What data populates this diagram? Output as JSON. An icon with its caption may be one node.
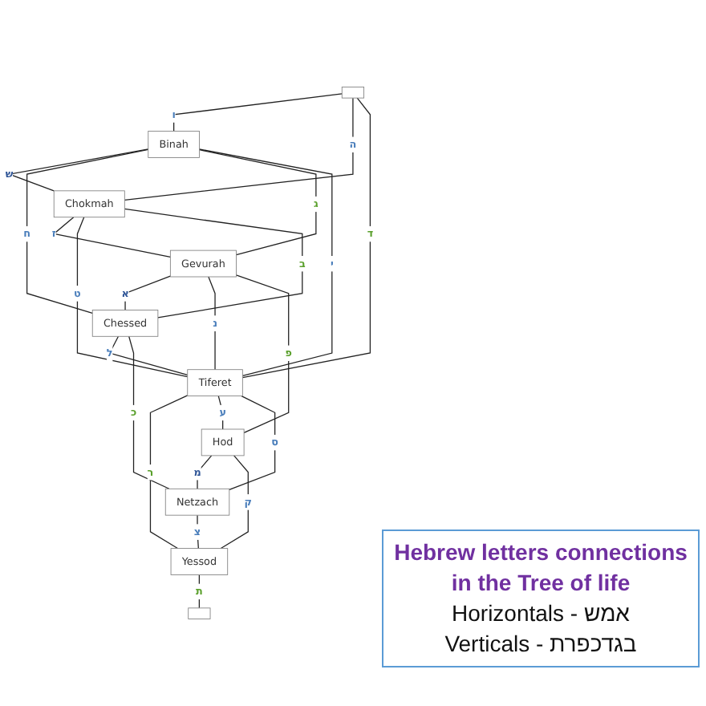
{
  "diagram": {
    "nodes": [
      {
        "text": [],
        "shape": "box"
      },
      {
        "text": [
          "Binah"
        ]
      },
      {
        "text": [
          "Chokmah"
        ]
      },
      {
        "text": [
          "Gevurah"
        ]
      },
      {
        "text": [
          "Chessed"
        ]
      },
      {
        "text": [
          "Tiferet"
        ]
      },
      {
        "text": [
          "Hod"
        ]
      },
      {
        "text": [
          "Netzach"
        ]
      },
      {
        "text": [
          "Yessod"
        ]
      },
      {
        "text": [],
        "shape": "box"
      }
    ],
    "edges": [
      {
        "from": 0,
        "to": 1,
        "arrow": "none",
        "label": "ו"
      },
      {
        "from": 0,
        "to": 2,
        "arrow": "none",
        "label": "ה"
      },
      {
        "from": 1,
        "to": 2,
        "arrow": "none",
        "label": "ש"
      },
      {
        "from": 0,
        "to": 5,
        "arrow": "none",
        "label": "ד"
      },
      {
        "from": 1,
        "to": 4,
        "arrow": "none",
        "label": "ח"
      },
      {
        "from": 2,
        "to": 3,
        "arrow": "none",
        "label": "ז"
      },
      {
        "from": 1,
        "to": 3,
        "arrow": "none",
        "label": "ג"
      },
      {
        "from": 1,
        "to": 5,
        "arrow": "none",
        "label": "י"
      },
      {
        "from": 2,
        "to": 5,
        "arrow": "none",
        "label": "ט"
      },
      {
        "from": 2,
        "to": 4,
        "arrow": "none",
        "label": "ב"
      },
      {
        "from": 3,
        "to": 4,
        "arrow": "none",
        "label": "א"
      },
      {
        "from": 3,
        "to": 5,
        "arrow": "none",
        "label": "נ"
      },
      {
        "from": 4,
        "to": 5,
        "arrow": "none",
        "label": "ל"
      },
      {
        "from": 3,
        "to": 6,
        "arrow": "none",
        "label": "פ"
      },
      {
        "from": 4,
        "to": 7,
        "arrow": "none",
        "label": "כ"
      },
      {
        "from": 5,
        "to": 8,
        "arrow": "none",
        "label": "ר"
      },
      {
        "from": 5,
        "to": 6,
        "arrow": "none",
        "label": "ע"
      },
      {
        "from": 5,
        "to": 7,
        "arrow": "none",
        "label": "ס"
      },
      {
        "from": 6,
        "to": 7,
        "arrow": "none",
        "label": "מ"
      },
      {
        "from": 6,
        "to": 8,
        "arrow": "none",
        "label": "ק"
      },
      {
        "from": 7,
        "to": 8,
        "arrow": "none",
        "label": "צ"
      },
      {
        "from": 8,
        "to": 9,
        "arrow": "none",
        "label": "ת"
      }
    ],
    "labels": [
      "Hebrew letters connections in the Tree of life",
      "Horizontals - אמש",
      "Verticals - בגדכפרת"
    ]
  }
}
